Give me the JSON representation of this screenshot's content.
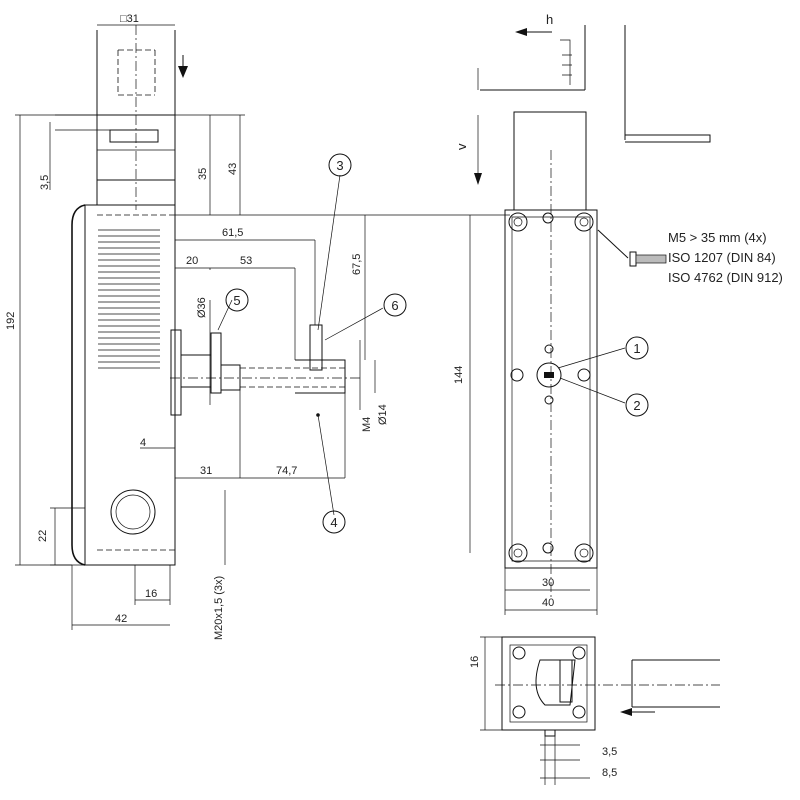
{
  "dimensions": {
    "top_square": "□31",
    "d3_5_left": "3,5",
    "d35": "35",
    "d43": "43",
    "d192": "192",
    "d61_5": "61,5",
    "d20": "20",
    "d53": "53",
    "d67_5": "67,5",
    "d36": "Ø36",
    "d144": "144",
    "dM4": "M4",
    "d14": "Ø14",
    "d4": "4",
    "d31": "31",
    "d74_7": "74,7",
    "d22": "22",
    "d16_side": "16",
    "d42": "42",
    "thread": "M20x1,5 (3x)",
    "d30": "30",
    "d40": "40",
    "d16_bottom": "16",
    "d3_5_bottom": "3,5",
    "d8_5": "8,5"
  },
  "labels": {
    "h": "h",
    "v": "v"
  },
  "screw_note": {
    "line1": "M5 > 35 mm (4x)",
    "line2": "ISO 1207 (DIN 84)",
    "line3": "ISO 4762 (DIN 912)"
  },
  "callouts": {
    "c1": "1",
    "c2": "2",
    "c3": "3",
    "c4": "4",
    "c5": "5",
    "c6": "6"
  }
}
